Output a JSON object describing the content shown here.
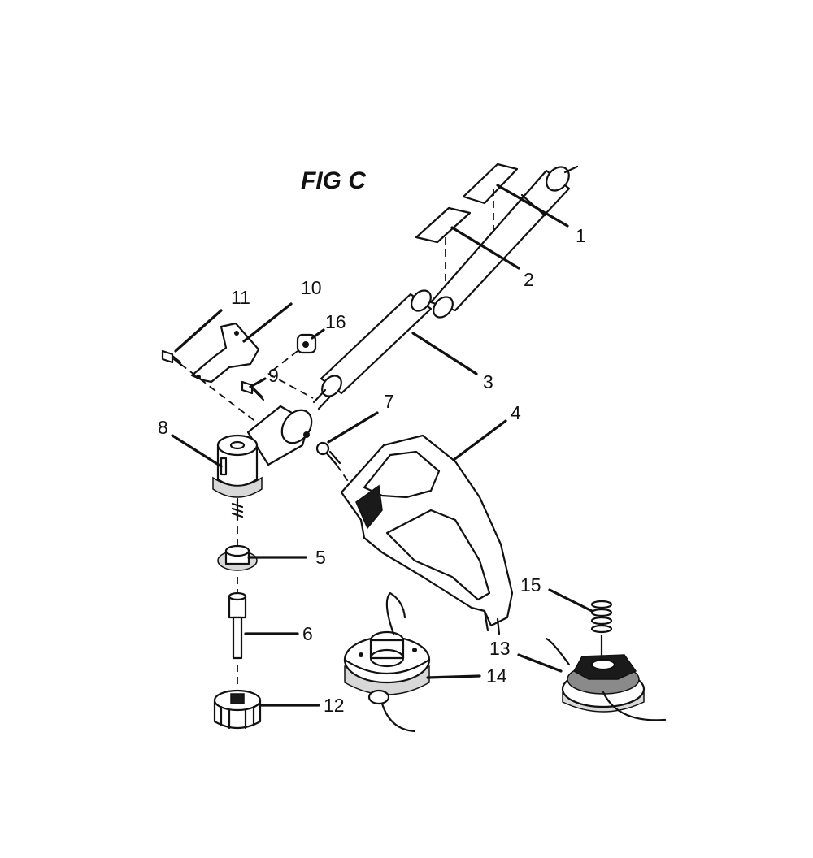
{
  "figure": {
    "title": "FIG C"
  },
  "callouts": [
    "1",
    "2",
    "3",
    "4",
    "5",
    "6",
    "7",
    "8",
    "9",
    "10",
    "11",
    "12",
    "13",
    "14",
    "15",
    "16"
  ],
  "colors": {
    "ink": "#111111",
    "background": "#ffffff"
  }
}
